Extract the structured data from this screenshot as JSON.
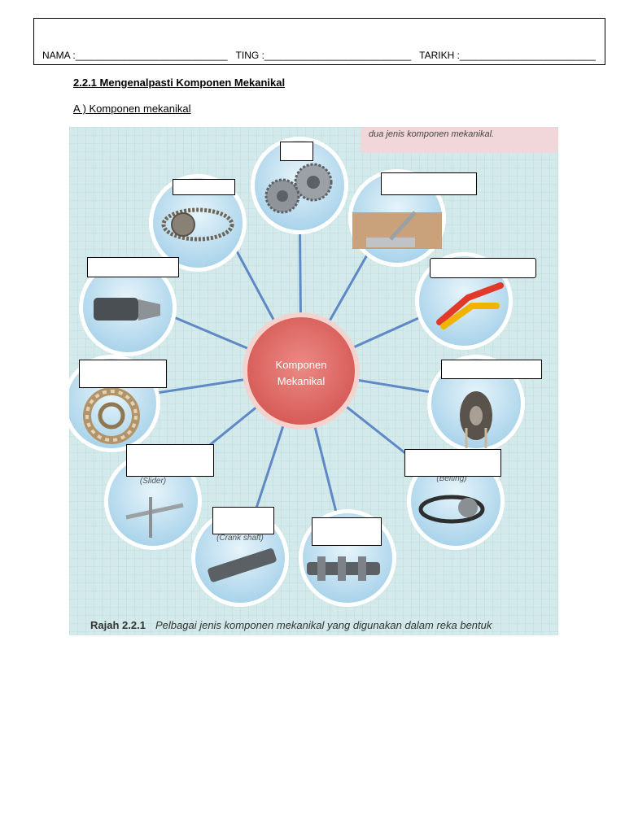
{
  "header": {
    "nama_label": "NAMA :",
    "nama_line": "____________________________",
    "ting_label": "TING :",
    "ting_line": "___________________________",
    "tarikh_label": "TARIKH :",
    "tarikh_line": "_________________________"
  },
  "title": "2.2.1 Mengenalpasti Komponen Mekanikal",
  "subtitle": "A ) Komponen mekanikal",
  "figure": {
    "top_note": "dua jenis komponen mekanikal.",
    "center_line1": "Komponen",
    "center_line2": "Mekanikal",
    "hint_slider": "(Slider)",
    "hint_crank": "(Crank shaft)",
    "hint_belt": "(Belting)",
    "caption_label": "Rajah 2.2.1",
    "caption_text": "Pelbagai jenis komponen mekanikal yang digunakan dalam reka bentuk",
    "colors": {
      "background": "#cfe6ea",
      "center": "#e06a66",
      "spoke": "#5f88c6",
      "circle": "#b9dcef"
    }
  }
}
